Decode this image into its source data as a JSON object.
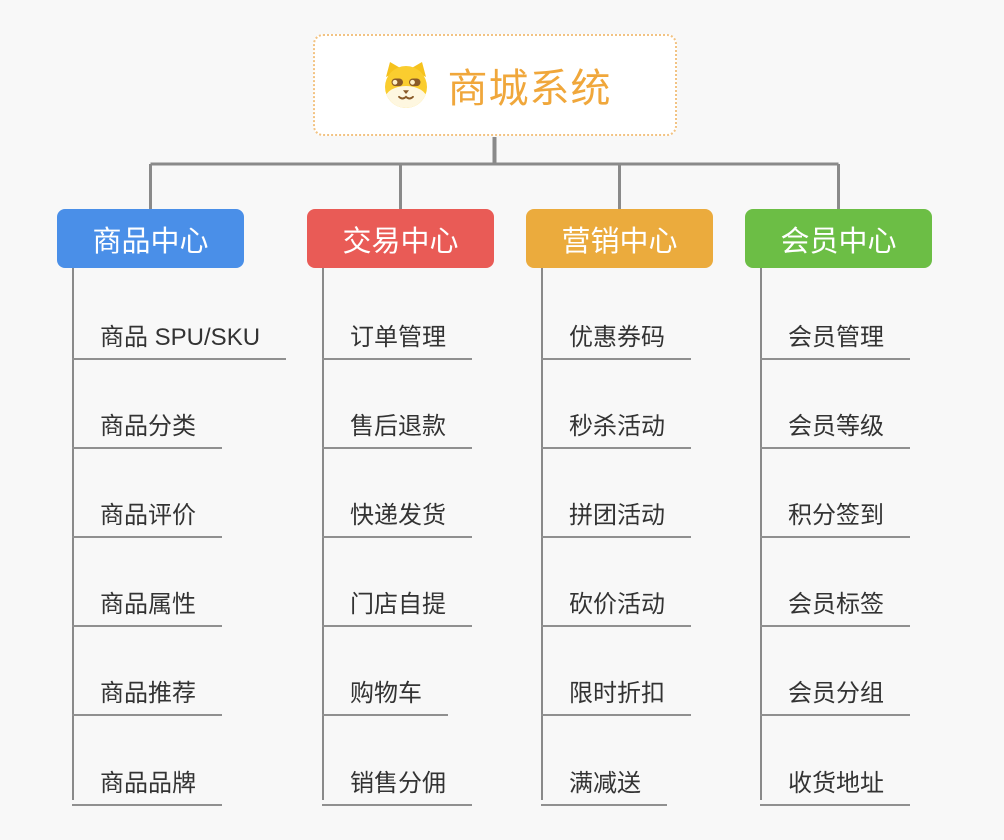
{
  "root": {
    "title": "商城系统",
    "icon": "dog-face-icon",
    "title_color": "#F0A73B",
    "border_color": "#F2C383"
  },
  "colors": {
    "background": "#F8F8F8",
    "connector": "#8A8A8A",
    "leaf_underline": "#909090",
    "leaf_text": "#333333"
  },
  "branches": [
    {
      "label": "商品中心",
      "color": "#4A8FE8",
      "items": [
        "商品 SPU/SKU",
        "商品分类",
        "商品评价",
        "商品属性",
        "商品推荐",
        "商品品牌"
      ]
    },
    {
      "label": "交易中心",
      "color": "#E95B56",
      "items": [
        "订单管理",
        "售后退款",
        "快递发货",
        "门店自提",
        "购物车",
        "销售分佣"
      ]
    },
    {
      "label": "营销中心",
      "color": "#EBAB3D",
      "items": [
        "优惠券码",
        "秒杀活动",
        "拼团活动",
        "砍价活动",
        "限时折扣",
        "满减送"
      ]
    },
    {
      "label": "会员中心",
      "color": "#6CBE45",
      "items": [
        "会员管理",
        "会员等级",
        "积分签到",
        "会员标签",
        "会员分组",
        "收货地址"
      ]
    }
  ]
}
